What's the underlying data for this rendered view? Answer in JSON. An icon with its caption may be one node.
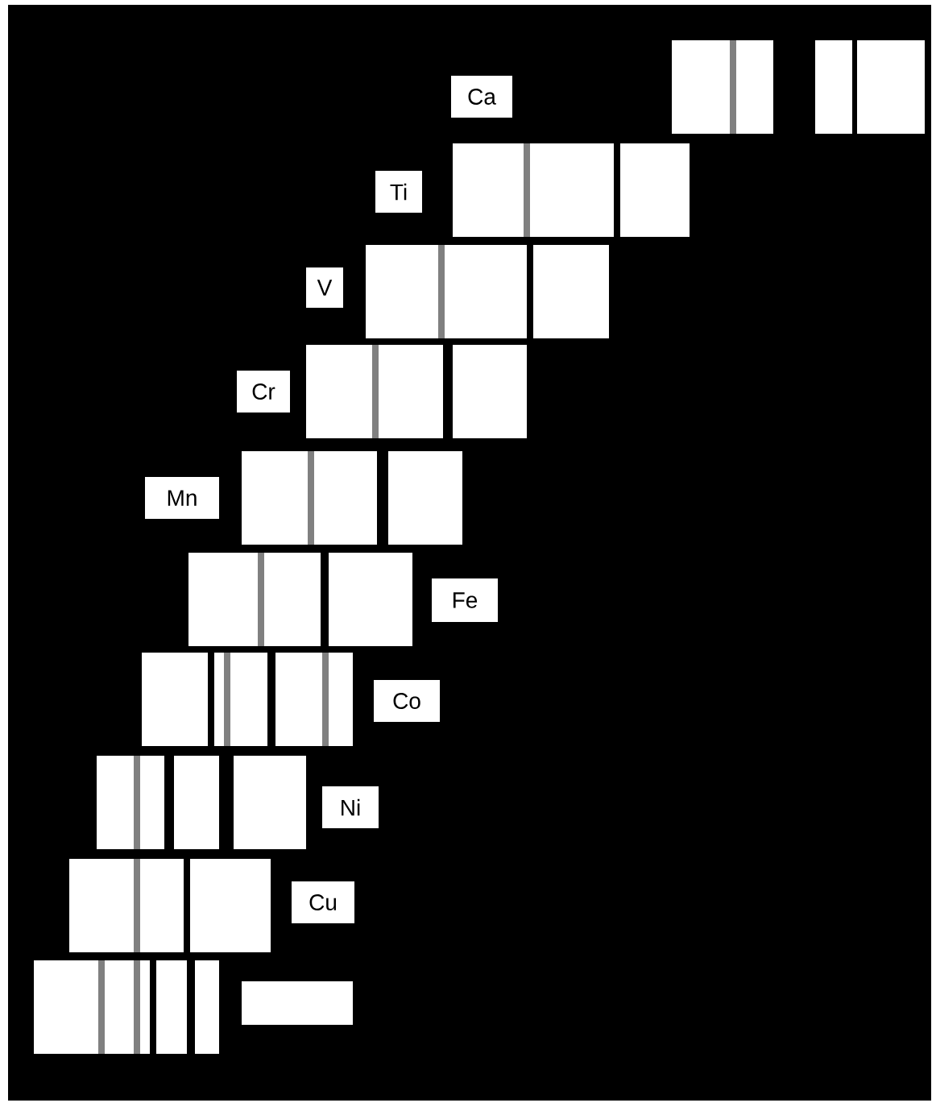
{
  "diagram": {
    "nodes": [
      {
        "text": [
          "Ca"
        ]
      },
      {
        "text": [
          "Ti"
        ]
      },
      {
        "text": [
          "V"
        ]
      },
      {
        "text": [
          "Cr"
        ]
      },
      {
        "text": [
          "Mn"
        ]
      },
      {
        "text": [
          "Fe"
        ]
      },
      {
        "text": [
          "Co"
        ]
      },
      {
        "text": [
          "Ni"
        ]
      },
      {
        "text": [
          "Cu"
        ]
      },
      {
        "text": [],
        "shape": "box"
      }
    ]
  }
}
